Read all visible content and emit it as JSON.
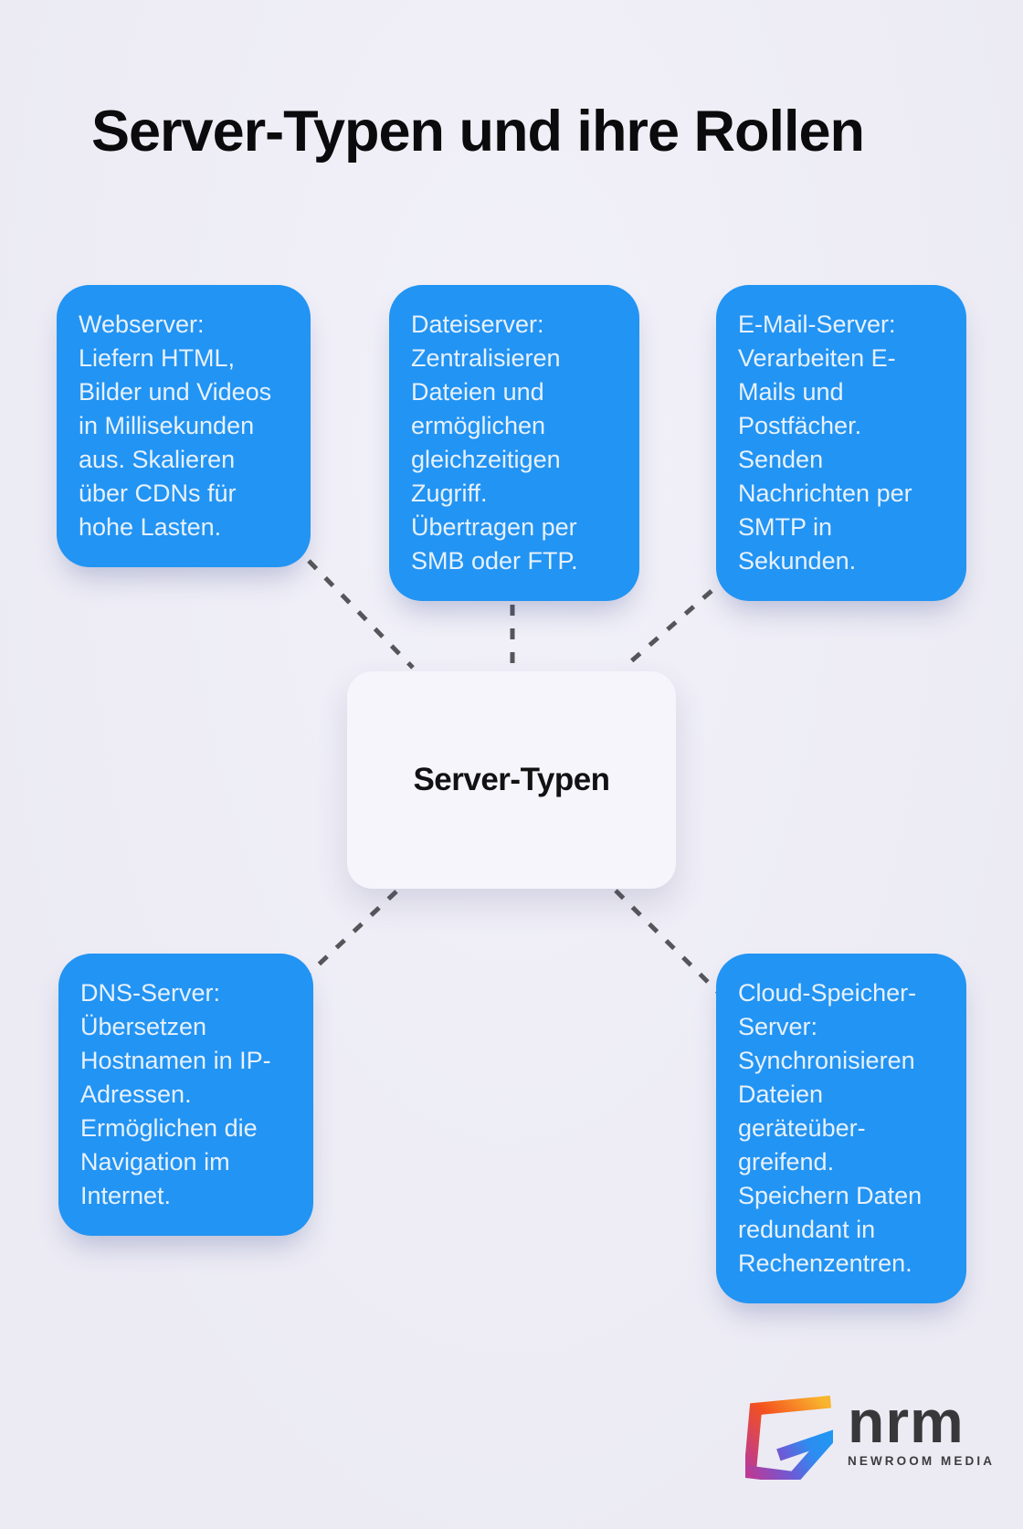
{
  "page": {
    "title": "Server-Typen und ihre Rollen"
  },
  "center_node": {
    "label": "Server-Typen"
  },
  "nodes": [
    {
      "id": "webserver",
      "text": "Webserver:\nLiefern HTML,\nBilder und Videos\nin Millisekunden\naus. Skalieren\nüber CDNs für\nhohe Lasten."
    },
    {
      "id": "dateiserver",
      "text": "Dateiserver:\nZentralisieren\nDateien und\nermöglichen\ngleichzeitigen\nZugriff.\nÜbertragen per\nSMB oder FTP."
    },
    {
      "id": "email-server",
      "text": "E-Mail-Server:\nVerarbeiten E-\nMails und\nPostfächer.\nSenden\nNachrichten per\nSMTP in\nSekunden."
    },
    {
      "id": "dns-server",
      "text": "DNS-Server:\nÜbersetzen\nHostnamen in IP-\nAdressen.\nErmöglichen die\nNavigation im\nInternet."
    },
    {
      "id": "cloud-speicher-server",
      "text": "Cloud-Speicher-\nServer:\nSynchronisieren\nDateien\ngeräteüber-\ngreifend.\nSpeichern Daten\nredundant in\nRechenzentren."
    }
  ],
  "logo": {
    "brand": "nrm",
    "tagline": "NEWROOM MEDIA"
  },
  "colors": {
    "background": "#ecebf4",
    "background_light": "#f2f1f9",
    "node_blue": "#2294f3",
    "node_text": "#e7f1fc",
    "center_bg": "#f6f5fb",
    "connector": "#56565a",
    "title_color": "#0b0b0d"
  }
}
